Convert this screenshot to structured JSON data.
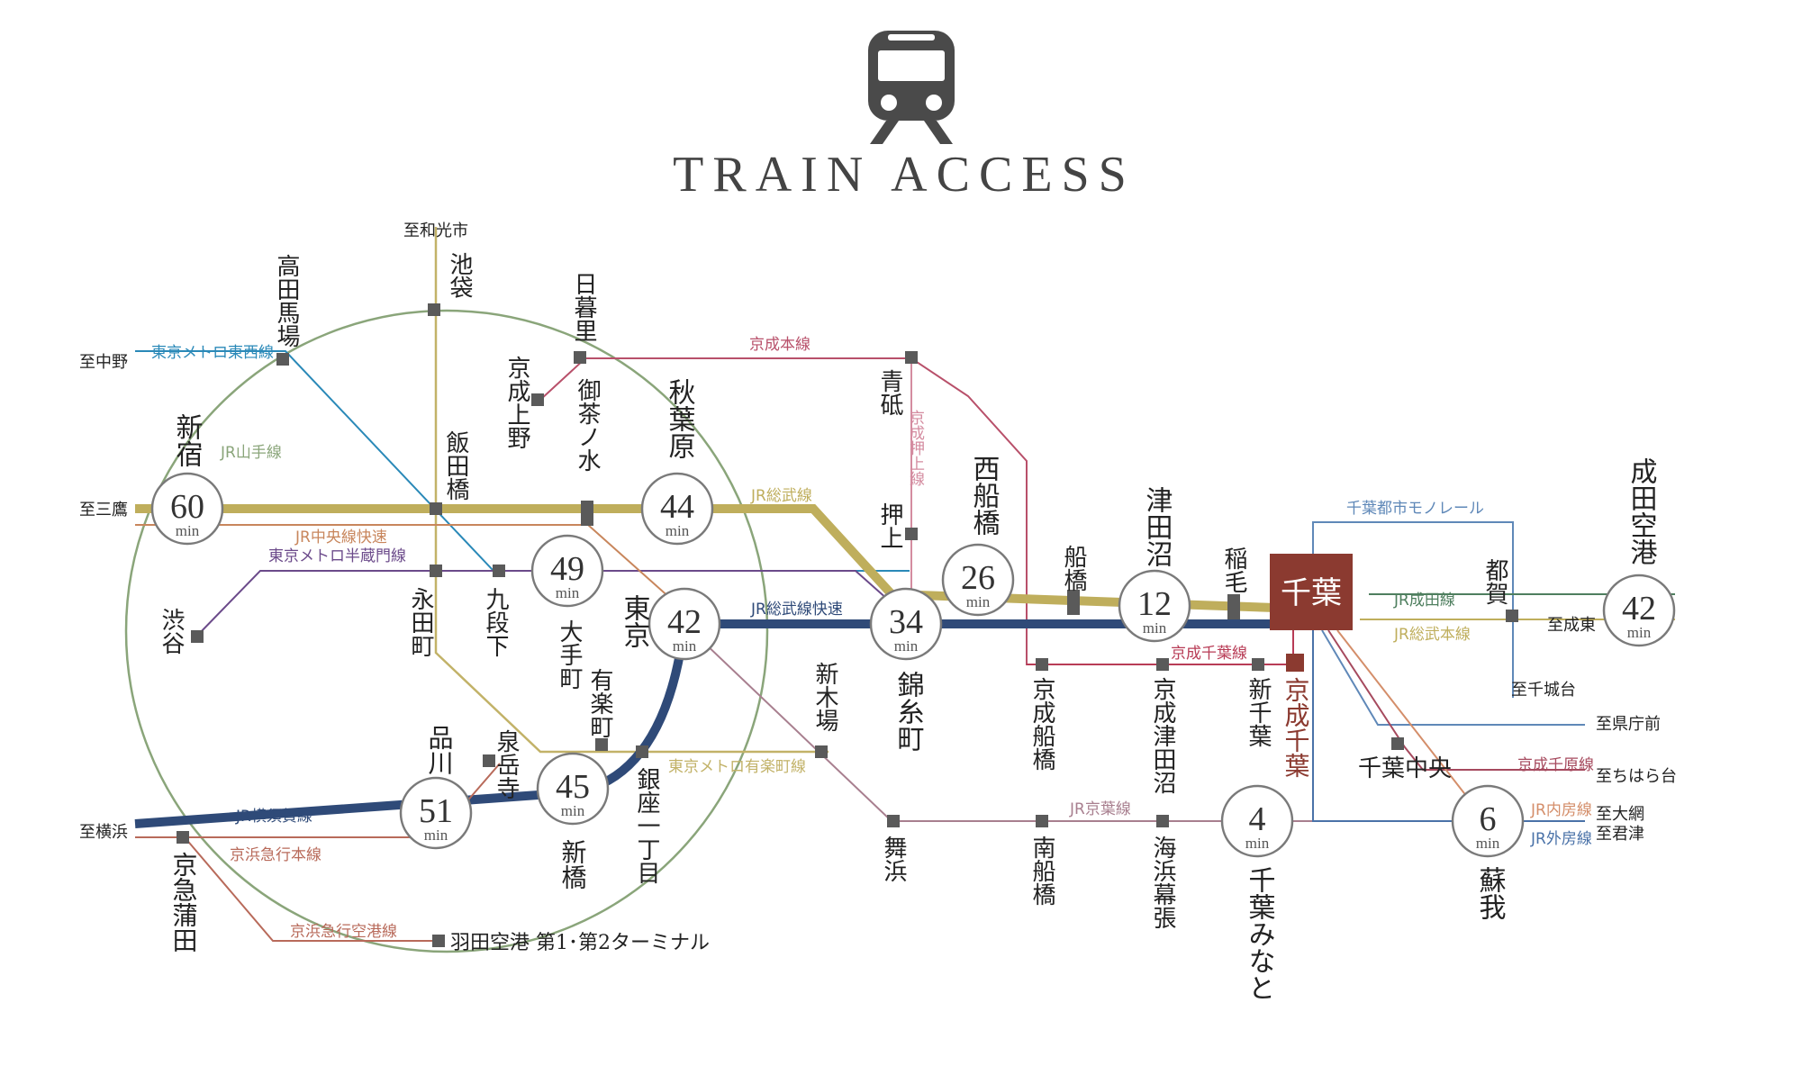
{
  "title": "TRAIN ACCESS",
  "icons": {
    "header": "train-icon"
  },
  "colors": {
    "sobu": "#bfae5c",
    "sobu_rapid": "#2f4a78",
    "yamanote": "#8aa57a",
    "keisei_main": "#b8506a",
    "oshiage": "#d48ca0",
    "chuo_rapid": "#c8865c",
    "hanzomon": "#6b4a8a",
    "tozai": "#2a89b8",
    "yurakucho": "#c2b268",
    "keiyo": "#a87f8f",
    "keisei_chiba": "#b83c56",
    "monorail": "#5f88b8",
    "narita": "#4f7f5f",
    "uchibo": "#d48e6a",
    "sotobo": "#4a72a8",
    "chihara": "#a64a5e",
    "keikyu": "#b86a5a",
    "yokosuka": "#2f4a78",
    "shinjuku_line": "#8aa57a",
    "chiba_station": "#8b3a30"
  },
  "lines": {
    "tozai": "東京メトロ東西線",
    "yamanote": "JR山手線",
    "chuo_rapid": "JR中央線快速",
    "hanzomon": "東京メトロ半蔵門線",
    "sobu": "JR総武線",
    "sobu_rapid": "JR総武線快速",
    "keisei_main": "京成本線",
    "oshiage": "京成押上線",
    "yurakucho": "東京メトロ有楽町線",
    "yokosuka": "JR横須賀線",
    "keikyu_main": "京浜急行本線",
    "keikyu_airport": "京浜急行空港線",
    "keiyo": "JR京葉線",
    "keisei_chiba": "京成千葉線",
    "monorail": "千葉都市モノレール",
    "narita": "JR成田線",
    "sobu_main": "JR総武本線",
    "chihara": "京成千原線",
    "uchibo": "JR内房線",
    "sotobo": "JR外房線"
  },
  "directions": {
    "wakoshi": "至和光市",
    "nakano": "至中野",
    "mitaka": "至三鷹",
    "yokohama": "至横浜",
    "narita_east": "至成東",
    "chishirodai": "至千城台",
    "kenchomae": "至県庁前",
    "chiharadai": "至ちはら台",
    "oami": "至大網",
    "kimitsu": "至君津"
  },
  "stations": {
    "takadanobaba": "高田馬場",
    "ikebukuro": "池袋",
    "nippori": "日暮里",
    "keisei_ueno": "京成上野",
    "ochanomizu": "御茶ノ水",
    "akihabara": "秋葉原",
    "iidabashi": "飯田橋",
    "aoto": "青砥",
    "oshiage": "押上",
    "nishifunabashi": "西船橋",
    "shinjuku": "新宿",
    "shibuya": "渋谷",
    "nagatacho": "永田町",
    "kudanshita": "九段下",
    "otemachi": "大手町",
    "tokyo": "東京",
    "kinshicho": "錦糸町",
    "funabashi": "船橋",
    "tsudanuma": "津田沼",
    "inage": "稲毛",
    "chiba": "千葉",
    "tsuga": "都賀",
    "narita_airport": "成田空港",
    "yurakucho": "有楽町",
    "shinkiba": "新木場",
    "ginza_itchome": "銀座一丁目",
    "shinagawa": "品川",
    "sengakuji": "泉岳寺",
    "shimbashi": "新橋",
    "keikyu_kamata": "京急蒲田",
    "haneda": "羽田空港 第1･第2ターミナル",
    "maihama": "舞浜",
    "minami_funabashi": "南船橋",
    "kaihin_makuhari": "海浜幕張",
    "chiba_minato": "千葉みなと",
    "keisei_funabashi": "京成船橋",
    "keisei_tsudanuma": "京成津田沼",
    "shin_chiba": "新千葉",
    "keisei_chiba": "京成千葉",
    "chiba_chuo": "千葉中央",
    "soga": "蘇我"
  },
  "times": {
    "unit": "min",
    "shinjuku": "60",
    "akihabara": "44",
    "otemachi": "49",
    "tokyo": "42",
    "kinshicho": "34",
    "nishifunabashi": "26",
    "tsudanuma": "12",
    "narita_airport": "42",
    "shimbashi": "45",
    "shinagawa": "51",
    "chiba_minato": "4",
    "soga": "6"
  }
}
